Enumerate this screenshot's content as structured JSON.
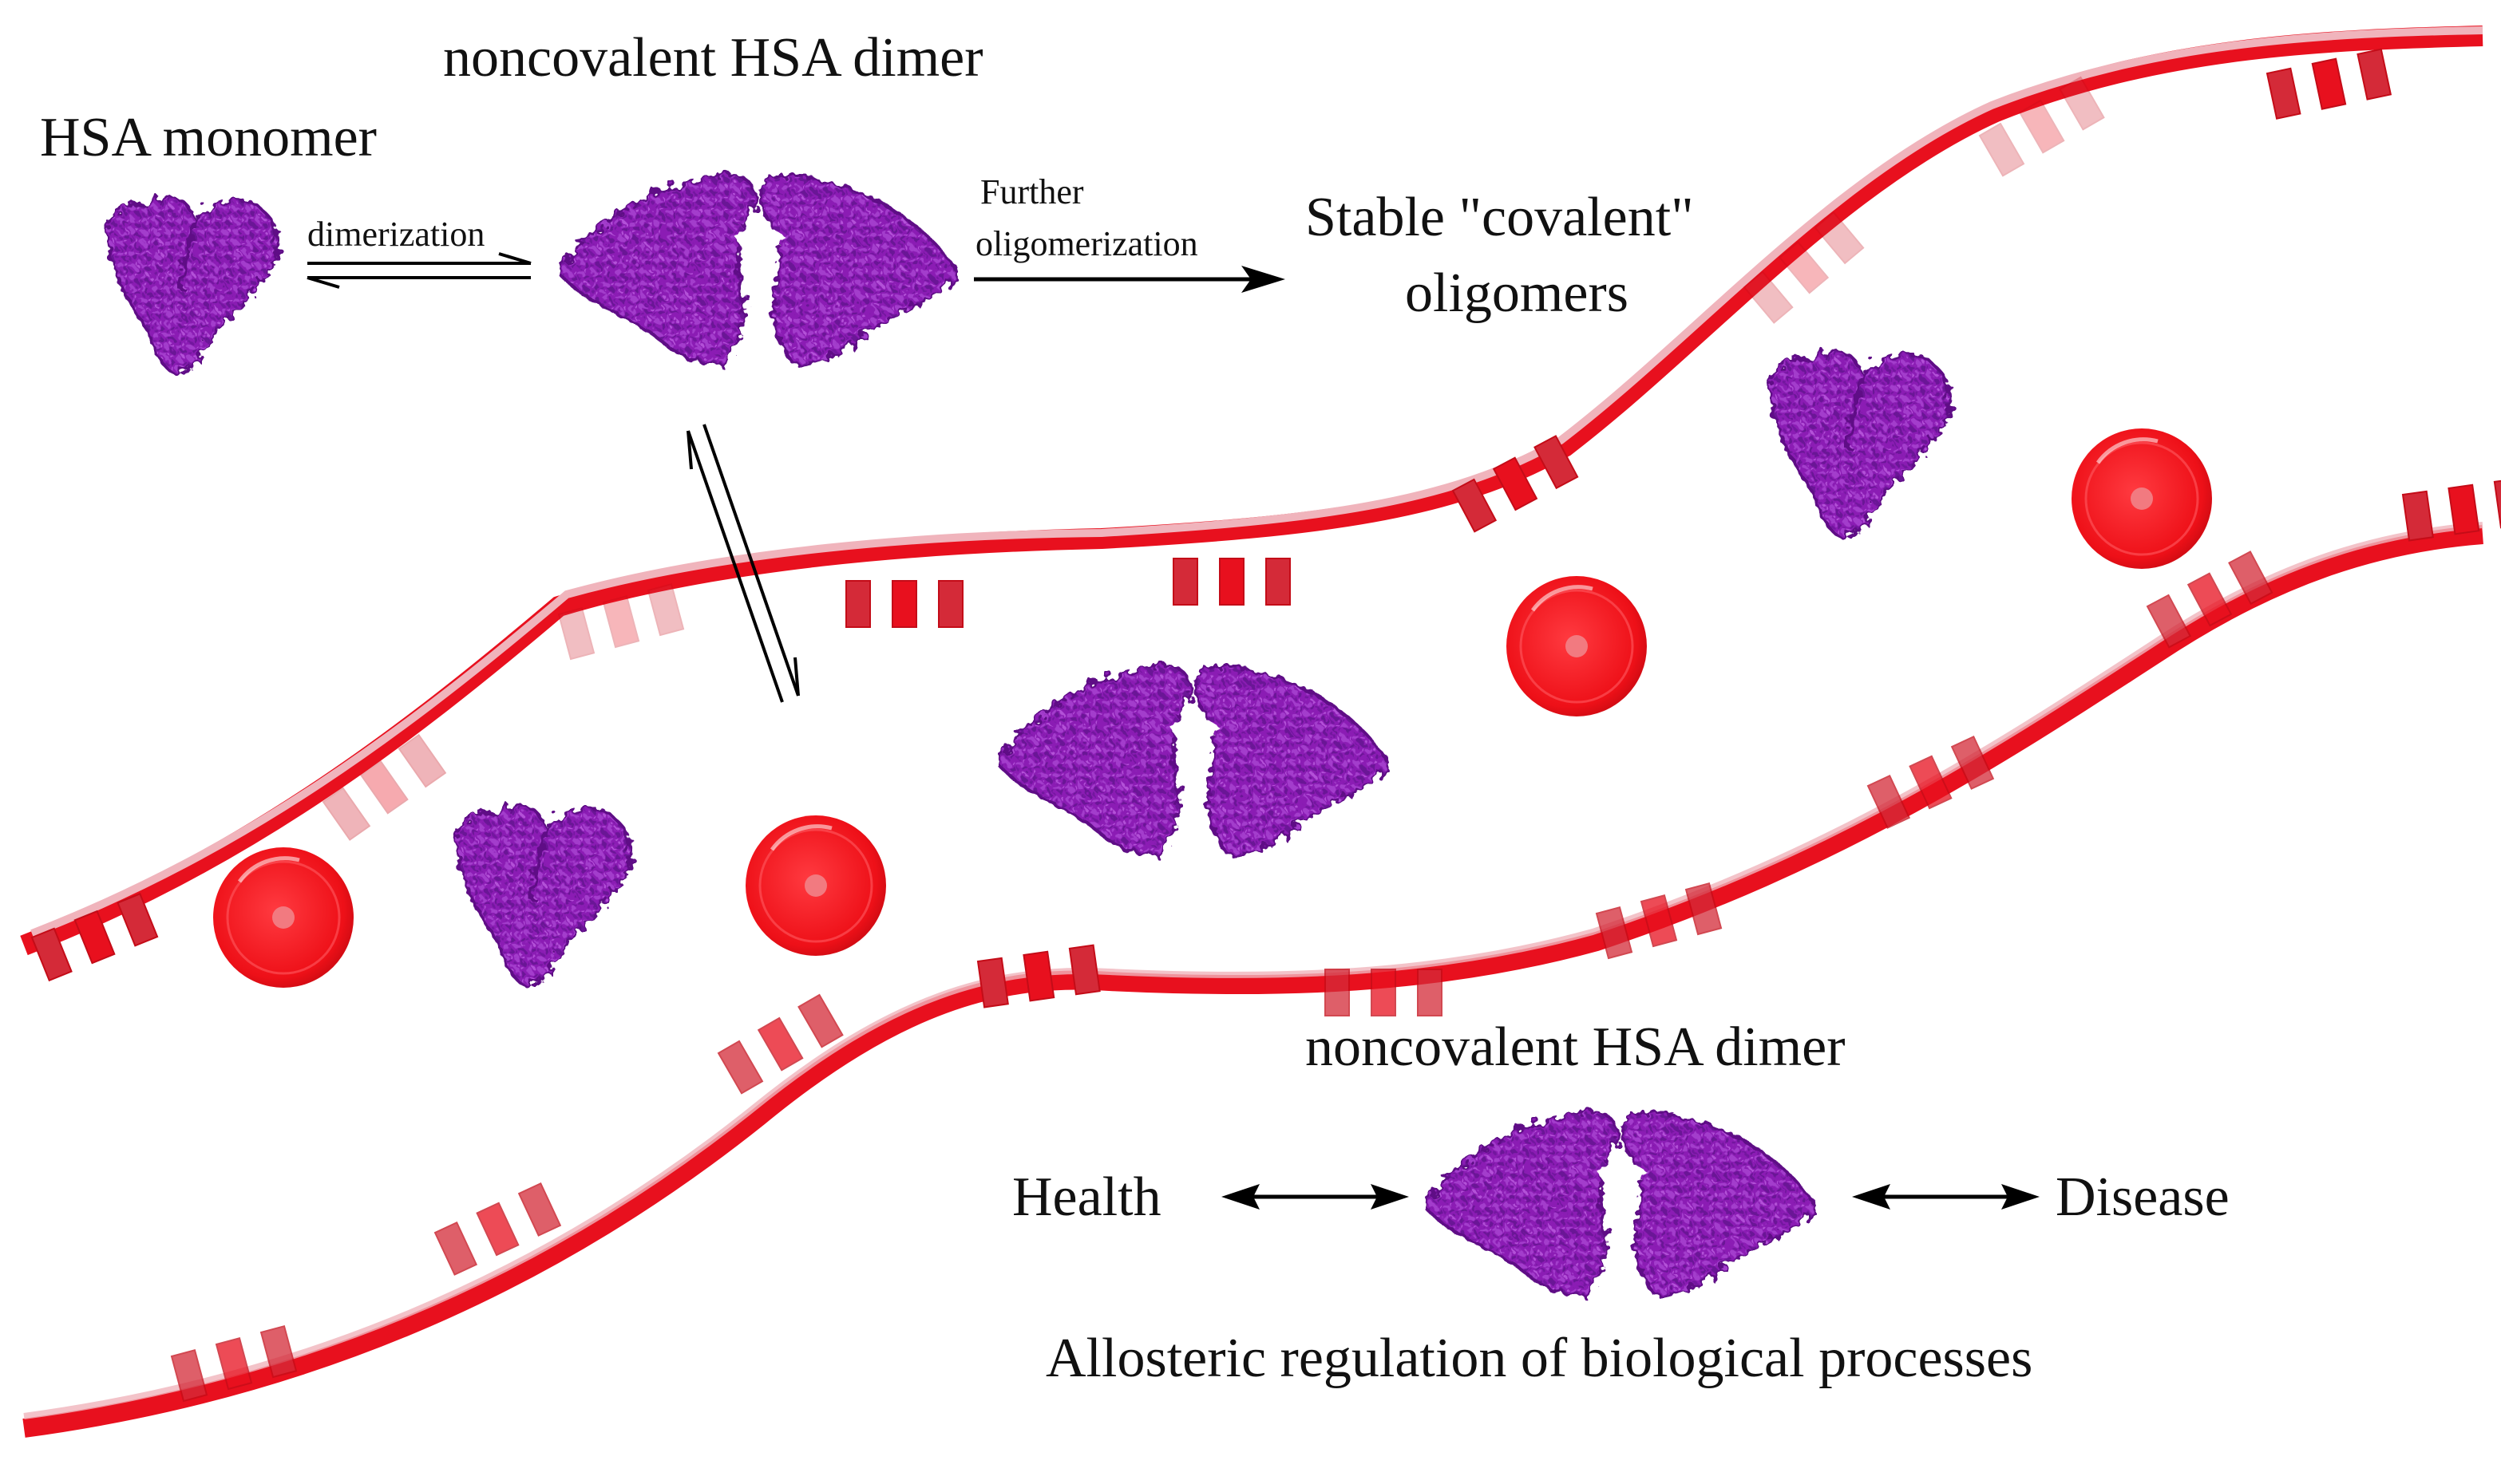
{
  "labels": {
    "top_dimer": "noncovalent HSA dimer",
    "monomer": "HSA monomer",
    "dimerization": "dimerization",
    "further_line1": "Further",
    "further_line2": "oligomerization",
    "stable_line1": "Stable \"covalent\"",
    "stable_line2": "oligomers",
    "bottom_dimer": "noncovalent HSA dimer",
    "health": "Health",
    "disease": "Disease",
    "allosteric": "Allosteric regulation of biological processes"
  },
  "colors": {
    "vessel_red": "#e8101e",
    "vessel_pink": "#f0b4bc",
    "protein_purple": "#8b1fb4",
    "protein_dark": "#5e0f86",
    "cell_red": "#ee1018",
    "cell_center": "#f27a80",
    "text": "#111111",
    "arrow": "#000000"
  },
  "icons": {
    "monomer": "hsa-monomer-protein-icon",
    "dimer": "hsa-dimer-protein-icon",
    "red_cell": "red-blood-cell-icon"
  }
}
